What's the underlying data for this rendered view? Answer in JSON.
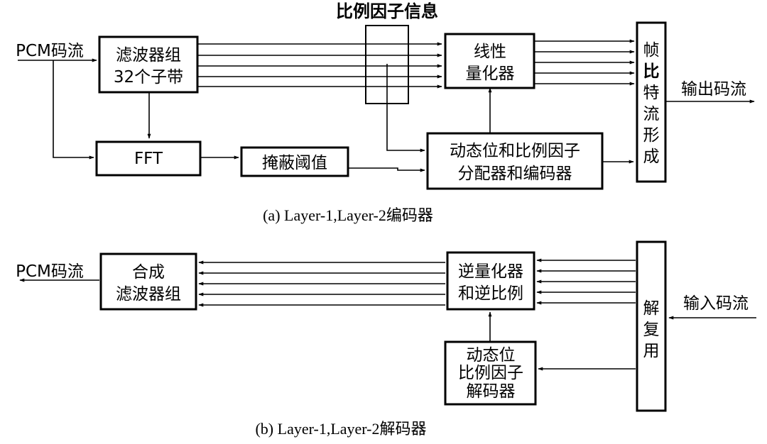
{
  "encoder": {
    "pcm_in": "PCM码流",
    "filter_bank": [
      "滤波器组",
      "32个子带"
    ],
    "scale_info": "比例因子信息",
    "quantizer": [
      "线性",
      "量化器"
    ],
    "frame_former": [
      "帧",
      "比",
      "特",
      "流",
      "形",
      "成"
    ],
    "output": "输出码流",
    "fft": "FFT",
    "masking": "掩蔽阈值",
    "bit_alloc": [
      "动态位和比例因子",
      "分配器和编码器"
    ],
    "caption": "(a)  Layer-1,Layer-2编码器"
  },
  "decoder": {
    "pcm_out": "PCM码流",
    "synth_filter": [
      "合成",
      "滤波器组"
    ],
    "dequantizer": [
      "逆量化器",
      "和逆比例"
    ],
    "demux": [
      "解",
      "复",
      "用"
    ],
    "input": "输入码流",
    "scale_decoder": [
      "动态位",
      "比例因子",
      "解码器"
    ],
    "caption": "(b)  Layer-1,Layer-2解码器"
  }
}
